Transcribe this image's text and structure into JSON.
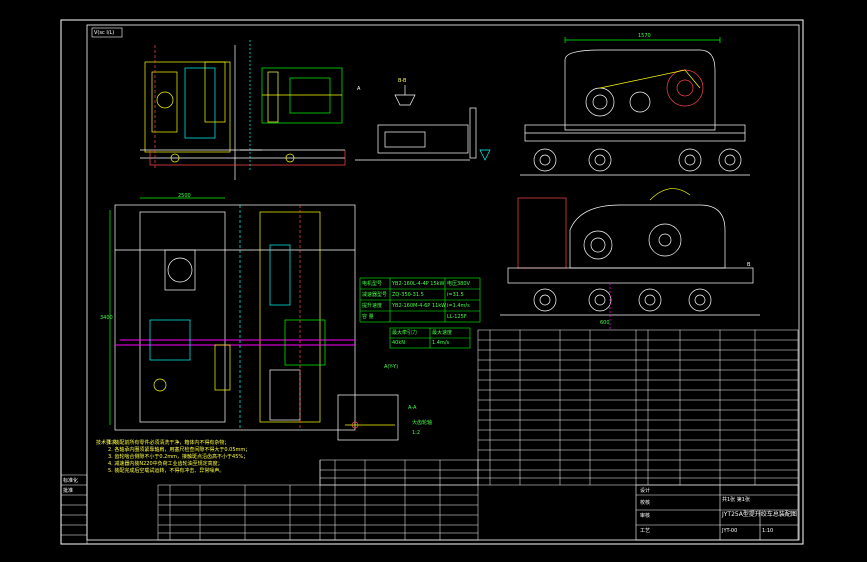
{
  "drawing": {
    "view_tag": "V(sc I/L)",
    "view_a_label": "A",
    "view_b_label": "B",
    "section_label": "B-B",
    "dim_top": "1570",
    "dim_left": "3400",
    "dim_plan": "2500",
    "dim_track": "600"
  },
  "motor_table": {
    "rows": [
      [
        "电机型号",
        "YB2-160L-4-4P 15kW",
        "电压380V"
      ],
      [
        "减速器型号",
        "ZQ-350-31.5",
        "i=31.5"
      ],
      [
        "提升速度",
        "YB2-160M-4-6P 11kW",
        "i=1.4m/s"
      ],
      [
        "容 量",
        "",
        "LL-125F"
      ]
    ],
    "sub_rows": [
      [
        "最大牵引力",
        "最大速度"
      ],
      [
        "40kN",
        "1.4m/s"
      ]
    ]
  },
  "callouts": {
    "c1": "A(Y-Y)",
    "c2": "A-A",
    "c3": "大齿轮轴",
    "c4": "1:2"
  },
  "notes": {
    "title": "技术要求",
    "lines": [
      "1. 装配前所有零件必须清洗干净，箱体内不得有杂物；",
      "2. 各轴承内圈须紧靠轴肩，用塞尺检查间隙不得大于0.05mm；",
      "3. 齿轮啮合侧隙不小于0.2mm，接触斑点沿齿高不小于45%；",
      "4. 减速器内装N220中负荷工业齿轮油至规定高度；",
      "5. 装配完成后空载试运转，不得有冲击、异常噪声。"
    ]
  },
  "title_block": {
    "title": "JYT25A型提升绞车总装配图",
    "drawing_no": "JYT-00",
    "scale": "1:10",
    "sheet": "共1张 第1张",
    "labels": [
      "设计",
      "校核",
      "审核",
      "工艺",
      "标准化",
      "批准"
    ]
  },
  "colors": {
    "frame": "#ffffff",
    "motor": "#00ff00",
    "gear": "#ffff00",
    "detail": "#00ffff",
    "red": "#ff3333",
    "magenta": "#ff00ff"
  }
}
